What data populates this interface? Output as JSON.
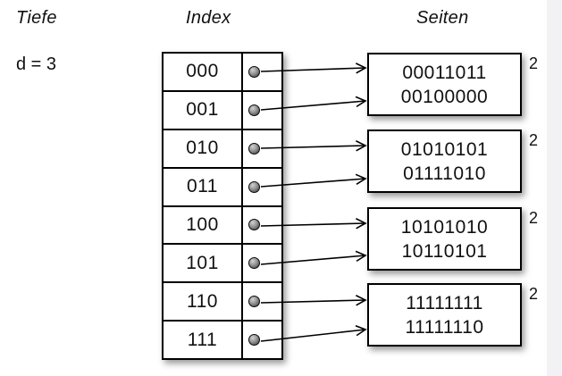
{
  "labels": {
    "depth_header": "Tiefe",
    "depth_value": "d = 3",
    "index_header": "Index",
    "pages_header": "Seiten"
  },
  "index_table": {
    "rows": [
      "000",
      "001",
      "010",
      "011",
      "100",
      "101",
      "110",
      "111"
    ]
  },
  "pages": [
    {
      "line1": "00011011",
      "line2": "00100000",
      "local_depth": "2"
    },
    {
      "line1": "01010101",
      "line2": "01111010",
      "local_depth": "2"
    },
    {
      "line1": "10101010",
      "line2": "10110101",
      "local_depth": "2"
    },
    {
      "line1": "11111111",
      "line2": "11111110",
      "local_depth": "2"
    }
  ],
  "mapping": [
    {
      "row": "000",
      "page": 0
    },
    {
      "row": "001",
      "page": 0
    },
    {
      "row": "010",
      "page": 1
    },
    {
      "row": "011",
      "page": 1
    },
    {
      "row": "100",
      "page": 2
    },
    {
      "row": "101",
      "page": 2
    },
    {
      "row": "110",
      "page": 3
    },
    {
      "row": "111",
      "page": 3
    }
  ],
  "colors": {
    "background": "#ffffff",
    "right_gutter": "#f2f2f5",
    "line": "#000000",
    "dot_fill": "#939393"
  }
}
